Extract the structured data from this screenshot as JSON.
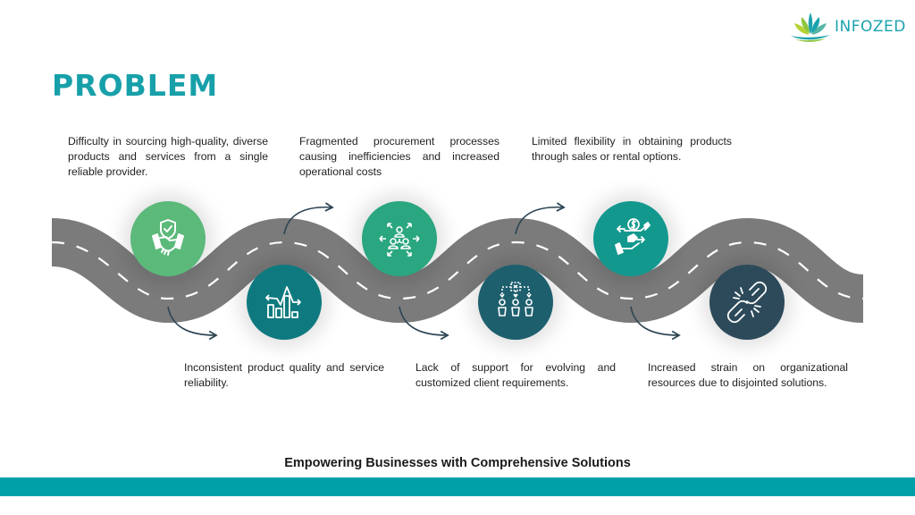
{
  "brand": {
    "name": "INFOZED",
    "color": "#1aa3ad"
  },
  "title": "PROBLEM",
  "problems": [
    {
      "text": "Difficulty in sourcing high-quality, diverse products and services from a single reliable provider.",
      "icon": "handshake-shield-icon",
      "color": "#5bb97a"
    },
    {
      "text": "Inconsistent product quality and service reliability.",
      "icon": "bar-chart-fluctuation-icon",
      "color": "#0e7a7f"
    },
    {
      "text": "Fragmented procurement processes causing inefficiencies and increased operational costs",
      "icon": "scattered-people-arrows-icon",
      "color": "#2aa680"
    },
    {
      "text": "Lack of support for evolving and customized client requirements.",
      "icon": "hierarchy-people-icon",
      "color": "#1e5f6e"
    },
    {
      "text": "Limited flexibility in obtaining products through sales or rental options.",
      "icon": "hands-exchange-coin-icon",
      "color": "#13988e"
    },
    {
      "text": "Increased strain on organizational resources due to disjointed solutions.",
      "icon": "broken-chain-icon",
      "color": "#2d4a5a"
    }
  ],
  "tagline": "Empowering Businesses with Comprehensive Solutions",
  "colors": {
    "road": "#7b7b7b",
    "arrow": "#2c4452",
    "footer": "#00a0a9",
    "title": "#17a0a9"
  }
}
